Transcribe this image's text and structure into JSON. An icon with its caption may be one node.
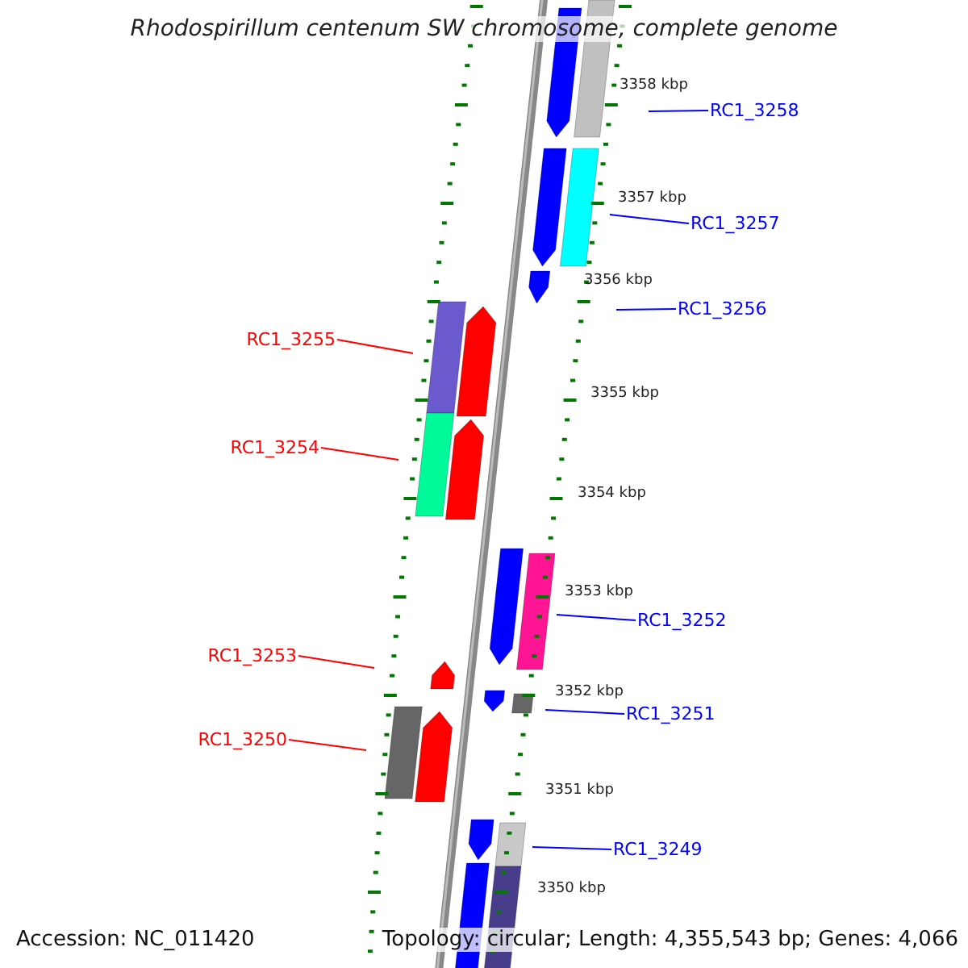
{
  "diagram": {
    "title": "Rhodospirillum centenum SW chromosome, complete genome",
    "nodes": [
      {
        "text": [
          "RC1_3258"
        ]
      },
      {
        "text": [
          "RC1_3257"
        ]
      },
      {
        "text": [
          "RC1_3256"
        ]
      },
      {
        "text": [
          "RC1_3255"
        ]
      },
      {
        "text": [
          "RC1_3254"
        ]
      },
      {
        "text": [
          "RC1_3252"
        ]
      },
      {
        "text": [
          "RC1_3253"
        ]
      },
      {
        "text": [
          "RC1_3251"
        ]
      },
      {
        "text": [
          "RC1_3250"
        ]
      },
      {
        "text": [
          "RC1_3249"
        ]
      }
    ],
    "edges": [
      {
        "from": 0,
        "to": null,
        "arrow": "none"
      },
      {
        "from": 1,
        "to": null,
        "arrow": "none"
      },
      {
        "from": 2,
        "to": null,
        "arrow": "none"
      },
      {
        "from": 3,
        "to": null,
        "arrow": "none",
        "color": "#ff0000"
      },
      {
        "from": 4,
        "to": null,
        "arrow": "none",
        "color": "#ff0000"
      },
      {
        "from": 5,
        "to": null,
        "arrow": "none"
      },
      {
        "from": 6,
        "to": null,
        "arrow": "none",
        "color": "#ff0000"
      },
      {
        "from": 7,
        "to": null,
        "arrow": "none"
      },
      {
        "from": 8,
        "to": null,
        "arrow": "none",
        "color": "#ff0000"
      },
      {
        "from": 9,
        "to": null,
        "arrow": "none"
      }
    ],
    "labels": [
      "3358 kbp",
      "3357 kbp",
      "3356 kbp",
      "3355 kbp",
      "3354 kbp",
      "3353 kbp",
      "3352 kbp",
      "3351 kbp",
      "3350 kbp",
      "Accession: NC_011420",
      "Topology: circular; Length: 4,355,543 bp; Genes: 4,066"
    ]
  }
}
